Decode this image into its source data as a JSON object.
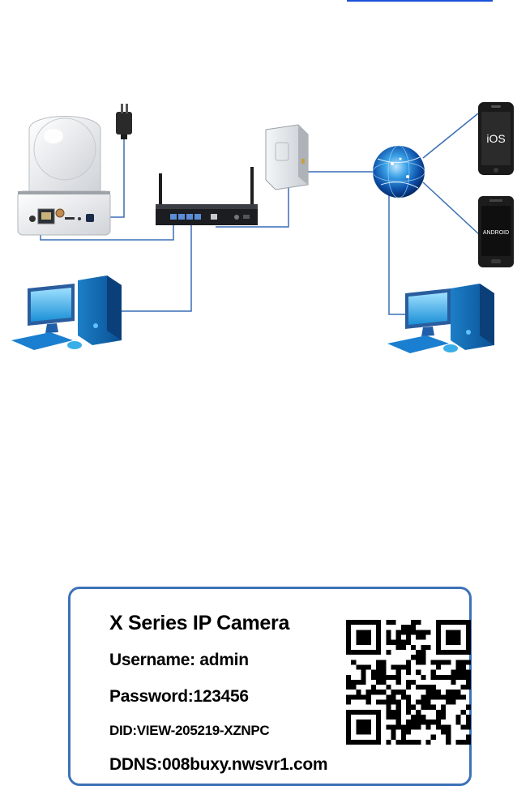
{
  "phones": {
    "ios_label": "iOS",
    "android_label": "ANDROID"
  },
  "label_card": {
    "title": "X Series IP Camera",
    "username": "Username: admin",
    "password": "Password:123456",
    "did": "DID:VIEW-205219-XZNPC",
    "ddns": "DDNS:008buxy.nwsvr1.com"
  },
  "colors": {
    "connection_line": "#3a6fb5",
    "label_border": "#3c72b8",
    "link_underline": "#1a4fd8"
  }
}
